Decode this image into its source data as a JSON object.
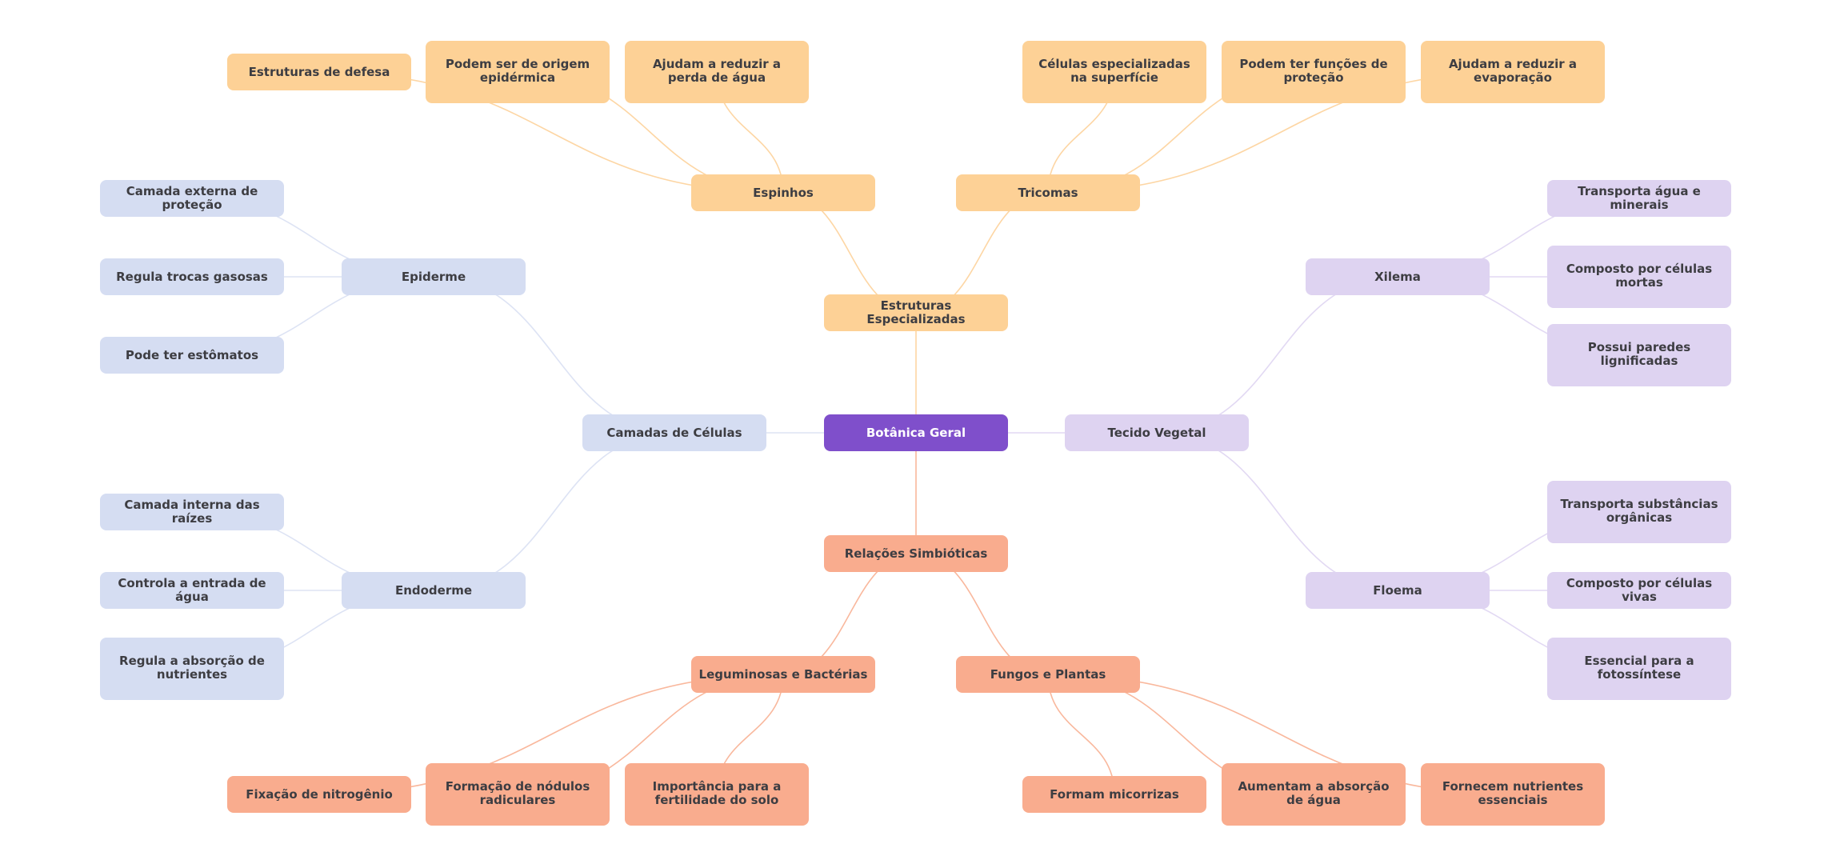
{
  "diagram": {
    "type": "mind-map",
    "root": {
      "id": "root",
      "label": "Botânica Geral"
    },
    "colors": {
      "root": "#7f4fcb",
      "background": "#ffffff",
      "text_dark": "#3d3d42",
      "text_light": "#ffffff",
      "branches": {
        "estruturas": {
          "fill": "#fdd196",
          "edge": "#fdd6a4"
        },
        "relacoes": {
          "fill": "#f9ac8e",
          "edge": "#f9b89d"
        },
        "camadas": {
          "fill": "#d5ddf2",
          "edge": "#dde3f4"
        },
        "tecido": {
          "fill": "#ded3f1",
          "edge": "#e2d9f3"
        }
      }
    },
    "nodes": [
      {
        "id": "root",
        "label": "Botânica Geral",
        "branch": "root",
        "parent": null
      },
      {
        "id": "estruturas",
        "label": "Estruturas Especializadas",
        "branch": "estruturas",
        "parent": "root"
      },
      {
        "id": "espinhos",
        "label": "Espinhos",
        "branch": "estruturas",
        "parent": "estruturas"
      },
      {
        "id": "tricomas",
        "label": "Tricomas",
        "branch": "estruturas",
        "parent": "estruturas"
      },
      {
        "id": "esp1",
        "label": "Estruturas de defesa",
        "branch": "estruturas",
        "parent": "espinhos"
      },
      {
        "id": "esp2",
        "label": "Podem ser de origem epidérmica",
        "branch": "estruturas",
        "parent": "espinhos"
      },
      {
        "id": "esp3",
        "label": "Ajudam a reduzir a perda de água",
        "branch": "estruturas",
        "parent": "espinhos"
      },
      {
        "id": "tri1",
        "label": "Células especializadas na superfície",
        "branch": "estruturas",
        "parent": "tricomas"
      },
      {
        "id": "tri2",
        "label": "Podem ter funções de proteção",
        "branch": "estruturas",
        "parent": "tricomas"
      },
      {
        "id": "tri3",
        "label": "Ajudam a reduzir a evaporação",
        "branch": "estruturas",
        "parent": "tricomas"
      },
      {
        "id": "camadas",
        "label": "Camadas de Células",
        "branch": "camadas",
        "parent": "root"
      },
      {
        "id": "epiderme",
        "label": "Epiderme",
        "branch": "camadas",
        "parent": "camadas"
      },
      {
        "id": "endoderme",
        "label": "Endoderme",
        "branch": "camadas",
        "parent": "camadas"
      },
      {
        "id": "epi1",
        "label": "Camada externa de proteção",
        "branch": "camadas",
        "parent": "epiderme"
      },
      {
        "id": "epi2",
        "label": "Regula trocas gasosas",
        "branch": "camadas",
        "parent": "epiderme"
      },
      {
        "id": "epi3",
        "label": "Pode ter estômatos",
        "branch": "camadas",
        "parent": "epiderme"
      },
      {
        "id": "end1",
        "label": "Camada interna das raízes",
        "branch": "camadas",
        "parent": "endoderme"
      },
      {
        "id": "end2",
        "label": "Controla a entrada de água",
        "branch": "camadas",
        "parent": "endoderme"
      },
      {
        "id": "end3",
        "label": "Regula a absorção de nutrientes",
        "branch": "camadas",
        "parent": "endoderme"
      },
      {
        "id": "tecido",
        "label": "Tecido Vegetal",
        "branch": "tecido",
        "parent": "root"
      },
      {
        "id": "xilema",
        "label": "Xilema",
        "branch": "tecido",
        "parent": "tecido"
      },
      {
        "id": "floema",
        "label": "Floema",
        "branch": "tecido",
        "parent": "tecido"
      },
      {
        "id": "xil1",
        "label": "Transporta água e minerais",
        "branch": "tecido",
        "parent": "xilema"
      },
      {
        "id": "xil2",
        "label": "Composto por células mortas",
        "branch": "tecido",
        "parent": "xilema"
      },
      {
        "id": "xil3",
        "label": "Possui paredes lignificadas",
        "branch": "tecido",
        "parent": "xilema"
      },
      {
        "id": "flo1",
        "label": "Transporta substâncias orgânicas",
        "branch": "tecido",
        "parent": "floema"
      },
      {
        "id": "flo2",
        "label": "Composto por células vivas",
        "branch": "tecido",
        "parent": "floema"
      },
      {
        "id": "flo3",
        "label": "Essencial para a fotossíntese",
        "branch": "tecido",
        "parent": "floema"
      },
      {
        "id": "relacoes",
        "label": "Relações Simbióticas",
        "branch": "relacoes",
        "parent": "root"
      },
      {
        "id": "leguminosas",
        "label": "Leguminosas e Bactérias",
        "branch": "relacoes",
        "parent": "relacoes"
      },
      {
        "id": "fungos",
        "label": "Fungos e Plantas",
        "branch": "relacoes",
        "parent": "relacoes"
      },
      {
        "id": "leg1",
        "label": "Fixação de nitrogênio",
        "branch": "relacoes",
        "parent": "leguminosas"
      },
      {
        "id": "leg2",
        "label": "Formação de nódulos radiculares",
        "branch": "relacoes",
        "parent": "leguminosas"
      },
      {
        "id": "leg3",
        "label": "Importância para a fertilidade do solo",
        "branch": "relacoes",
        "parent": "leguminosas"
      },
      {
        "id": "fun1",
        "label": "Formam micorrizas",
        "branch": "relacoes",
        "parent": "fungos"
      },
      {
        "id": "fun2",
        "label": "Aumentam a absorção de água",
        "branch": "relacoes",
        "parent": "fungos"
      },
      {
        "id": "fun3",
        "label": "Fornecem nutrientes essenciais",
        "branch": "relacoes",
        "parent": "fungos"
      }
    ]
  }
}
